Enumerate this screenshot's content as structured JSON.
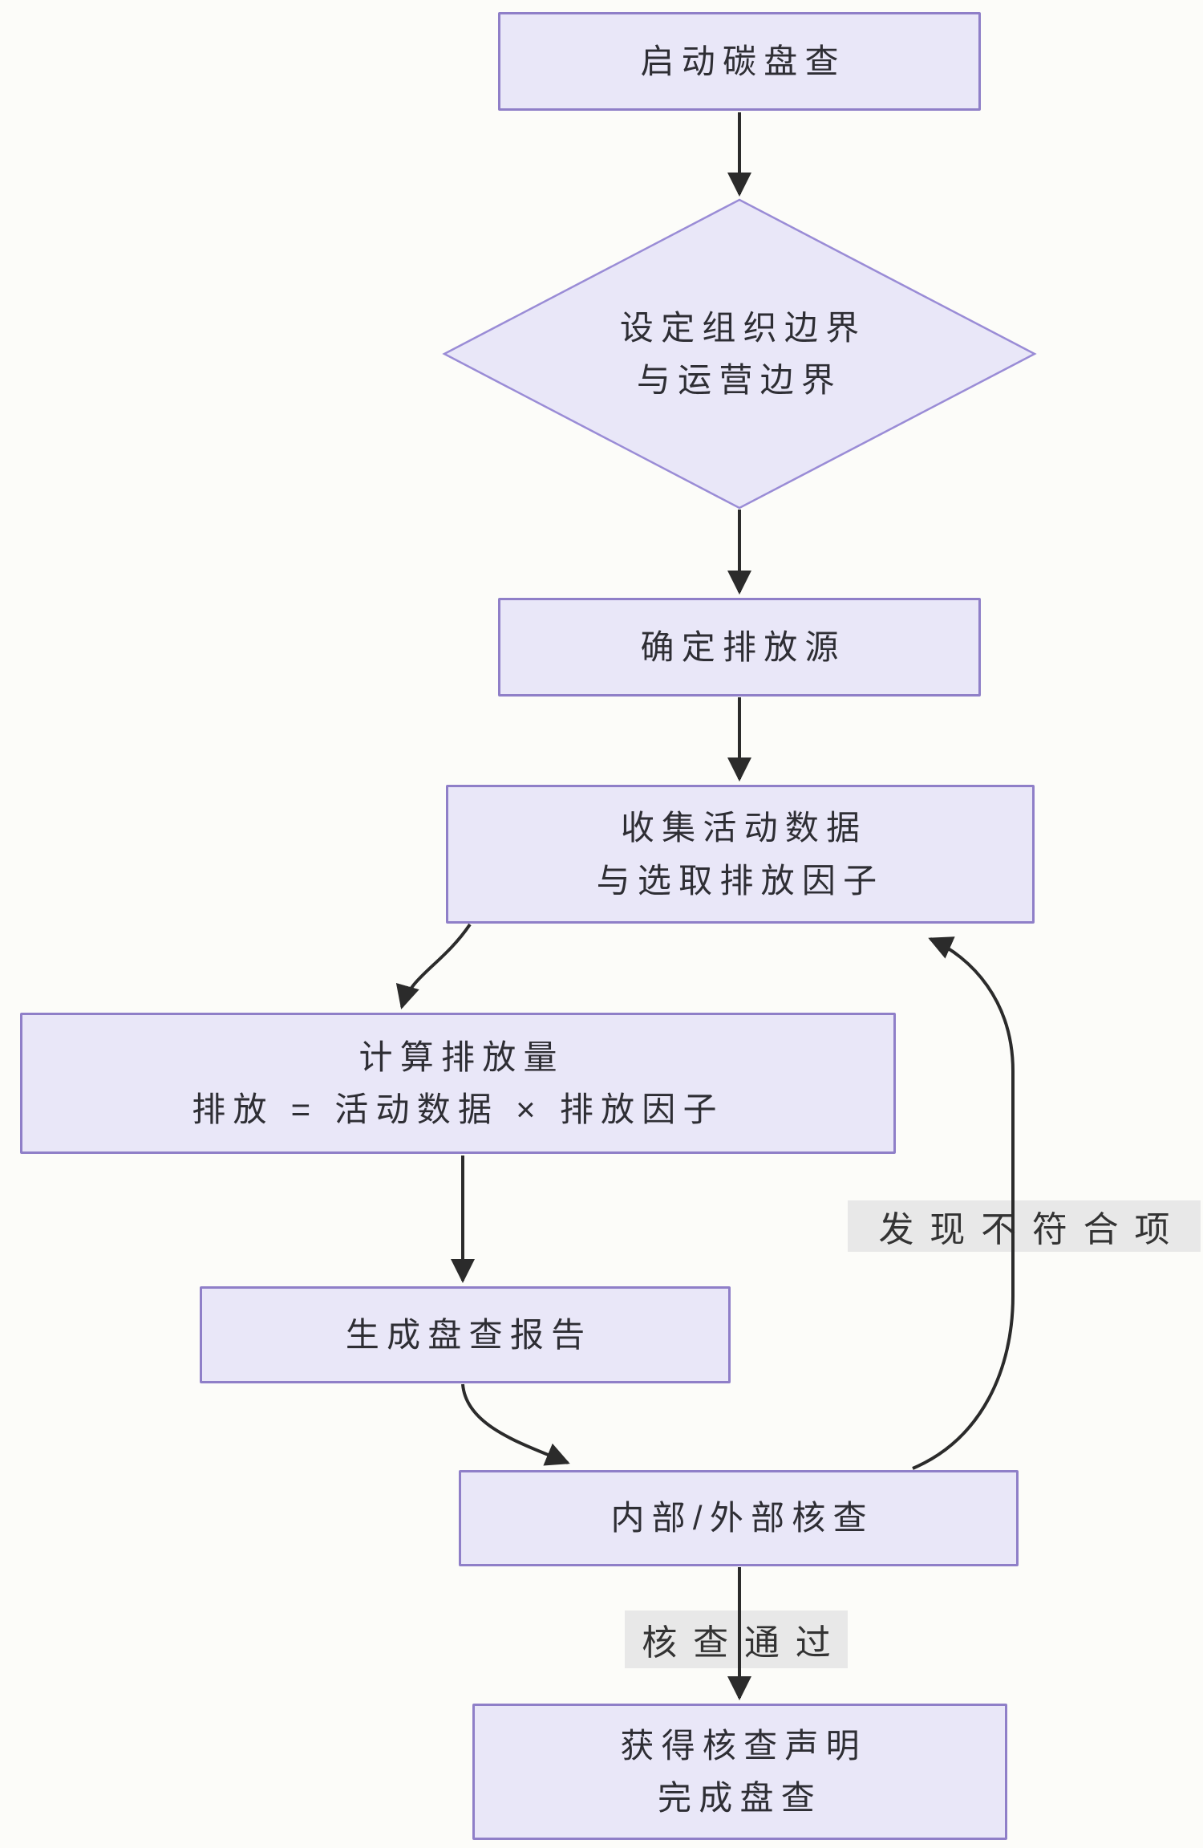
{
  "diagram": {
    "type": "flowchart",
    "direction": "top-down",
    "colors": {
      "node_fill": "#e9e7f8",
      "node_border": "#8f7fc8",
      "diamond_border": "#9a8cd6",
      "edge_line": "#2b2b2b",
      "edge_label_bg": "#e8e8e8",
      "text": "#2e2e34",
      "background": "#fcfcf9"
    },
    "nodes": [
      {
        "id": "start",
        "shape": "rect",
        "label": "启动碳盘查"
      },
      {
        "id": "boundary",
        "shape": "diamond",
        "label": "设定组织边界\n与运营边界"
      },
      {
        "id": "emission_sources",
        "shape": "rect",
        "label": "确定排放源"
      },
      {
        "id": "collect",
        "shape": "rect",
        "label": "收集活动数据\n与选取排放因子"
      },
      {
        "id": "calculate",
        "shape": "rect",
        "label": "计算排放量\n排放 = 活动数据 × 排放因子"
      },
      {
        "id": "report",
        "shape": "rect",
        "label": "生成盘查报告"
      },
      {
        "id": "verify",
        "shape": "rect",
        "label": "内部/外部核查"
      },
      {
        "id": "final",
        "shape": "rect",
        "label": "获得核查声明\n完成盘查"
      }
    ],
    "edges": [
      {
        "from": "start",
        "to": "boundary",
        "label": ""
      },
      {
        "from": "boundary",
        "to": "emission_sources",
        "label": ""
      },
      {
        "from": "emission_sources",
        "to": "collect",
        "label": ""
      },
      {
        "from": "collect",
        "to": "calculate",
        "label": ""
      },
      {
        "from": "calculate",
        "to": "report",
        "label": ""
      },
      {
        "from": "report",
        "to": "verify",
        "label": ""
      },
      {
        "from": "verify",
        "to": "collect",
        "label": "发现不符合项"
      },
      {
        "from": "verify",
        "to": "final",
        "label": "核查通过"
      }
    ]
  }
}
